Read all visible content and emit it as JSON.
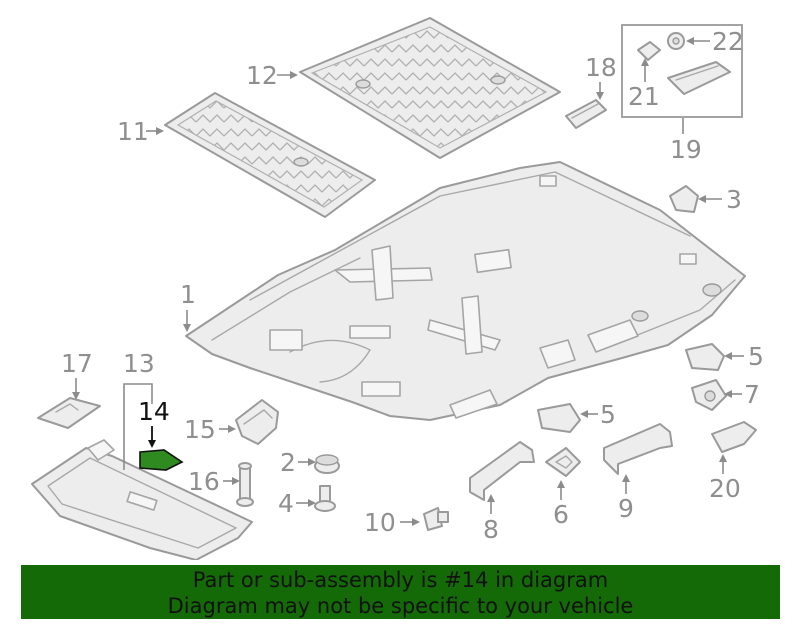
{
  "diagram": {
    "callouts": {
      "c1": "1",
      "c2": "2",
      "c3": "3",
      "c4": "4",
      "c5a": "5",
      "c5b": "5",
      "c6": "6",
      "c7": "7",
      "c8": "8",
      "c9": "9",
      "c10": "10",
      "c11": "11",
      "c12": "12",
      "c13": "13",
      "c14": "14",
      "c15": "15",
      "c16": "16",
      "c17": "17",
      "c18": "18",
      "c19": "19",
      "c20": "20",
      "c21": "21",
      "c22": "22"
    },
    "highlighted_part": "14",
    "colors": {
      "highlight": "#2f8a1f",
      "footer_bg": "#136a06",
      "line": "#9a9a9a"
    }
  },
  "footer": {
    "line1": "Part or sub-assembly is #14 in diagram",
    "line2": "Diagram may not be specific to your vehicle"
  }
}
